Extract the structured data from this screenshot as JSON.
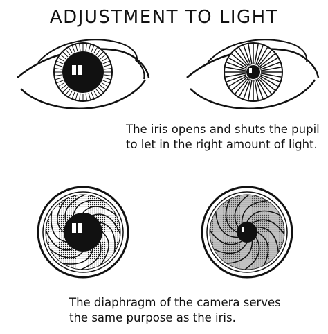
{
  "title": "ADJUSTMENT TO LIGHT",
  "caption_eyes": {
    "line1": "The iris opens and shuts the pupil",
    "line2": "to let in the right amount of light."
  },
  "caption_camera": {
    "line1": "The diaphragm of the camera serves",
    "line2": "the same purpose as the iris."
  }
}
